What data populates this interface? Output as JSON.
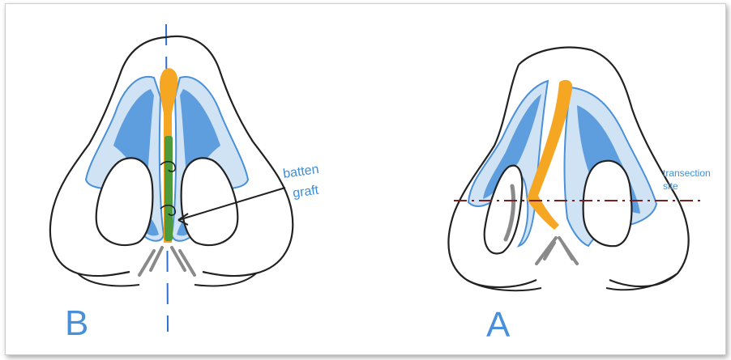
{
  "panels": [
    {
      "letter": "B"
    },
    {
      "letter": "A"
    }
  ],
  "labels": {
    "graft_line1": "batten",
    "graft_line2": "graft",
    "transection_line1": "transection",
    "transection_line2": "site"
  },
  "colors": {
    "outline": "#222222",
    "cartilage_fill": "#cfe3f4",
    "cartilage_shading": "#4a90d9",
    "septum": "#f5a623",
    "graft": "#4f9a3b",
    "midline": "#2f6fd0",
    "transection": "#7a1f1f",
    "columella": "#8a8a8a"
  }
}
